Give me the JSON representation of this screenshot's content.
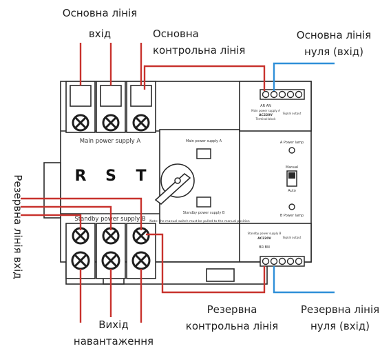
{
  "labels": {
    "main_line_in_1": "Основна лінія",
    "main_line_in_2": "вхід",
    "main_control_1": "Основна",
    "main_control_2": "контрольна лінія",
    "main_neutral_1": "Основна лінія",
    "main_neutral_2": "нуля (вхід)",
    "backup_line_in": "Резервна лінія вхід",
    "backup_control_1": "Резервна",
    "backup_control_2": "контрольна лінія",
    "backup_neutral_1": "Резервна лінія",
    "backup_neutral_2": "нуля (вхід)",
    "load_out_1": "Вихід",
    "load_out_2": "навантаження"
  },
  "device": {
    "main_supply": "Main power supply A",
    "standby_supply": "Standby power supply B",
    "phase_r": "R",
    "phase_s": "S",
    "phase_t": "T",
    "main_power_supply_a": "Main power supply A",
    "standby_power_supply_b": "Standby power supply B",
    "a_power_lamp": "A Power lamp",
    "b_power_lamp": "B Power lamp",
    "manual": "Manual",
    "auto": "Auto",
    "note": "Note: the manual switch must be pulled to the manual position",
    "term_top_left": "AR   AN",
    "term_top_sub": "Main power supply A",
    "term_top_volt": "AC220V",
    "term_top_sub2": "Terminal block",
    "term_bot_top": "Standby power supply B",
    "term_bot_volt": "AC220V",
    "term_bot_left": "BR   BN",
    "term_side": "Signal output"
  },
  "colors": {
    "red_wire": "#c8322d",
    "blue_wire": "#2f8fd8",
    "device_line": "#2a2a2a"
  }
}
